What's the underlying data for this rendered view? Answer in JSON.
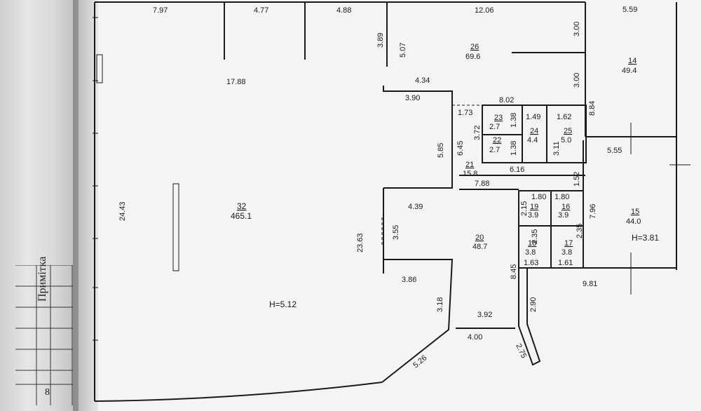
{
  "stamp": {
    "note_label": "Примітка",
    "page_number": "8"
  },
  "dimensions": {
    "d_7_97": "7.97",
    "d_4_77": "4.77",
    "d_4_88": "4.88",
    "d_12_06": "12.06",
    "d_5_59": "5.59",
    "d_3_00a": "3.00",
    "d_3_00b": "3.00",
    "d_3_89": "3.89",
    "d_5_07": "5.07",
    "d_17_88": "17.88",
    "d_4_34": "4.34",
    "d_3_90": "3.90",
    "d_8_02": "8.02",
    "d_8_84": "8.84",
    "d_1_73": "1.73",
    "d_1_38a": "1.38",
    "d_1_49": "1.49",
    "d_1_62": "1.62",
    "d_3_72": "3.72",
    "d_6_45": "6.45",
    "d_1_38b": "1.38",
    "d_3_11": "3.11",
    "d_5_85": "5.85",
    "d_5_55": "5.55",
    "d_6_16": "6.16",
    "d_1_52": "1.52",
    "d_7_88": "7.88",
    "d_1_80a": "1.80",
    "d_1_80b": "1.80",
    "d_24_43": "24.43",
    "d_4_39": "4.39",
    "d_2_15": "2.15",
    "d_7_96": "7.96",
    "d_3_55": "3.55",
    "d_23_63": "23.63",
    "d_2_35a": "2.35",
    "d_2_35b": "2.35",
    "d_1_63": "1.63",
    "d_1_61": "1.61",
    "d_8_45": "8.45",
    "d_3_86": "3.86",
    "d_9_81": "9.81",
    "d_3_18": "3.18",
    "d_2_90": "2.90",
    "d_3_92": "3.92",
    "d_4_00": "4.00",
    "d_2_75": "2.75",
    "d_5_26": "5.26"
  },
  "rooms": [
    {
      "number": "26",
      "area": "69.6"
    },
    {
      "number": "14",
      "area": "49.4"
    },
    {
      "number": "23",
      "area": "2.7"
    },
    {
      "number": "22",
      "area": "2.7"
    },
    {
      "number": "24",
      "area": "4.4"
    },
    {
      "number": "25",
      "area": "5.0"
    },
    {
      "number": "21",
      "area": "15.8"
    },
    {
      "number": "32",
      "area": "465.1"
    },
    {
      "number": "19",
      "area": "3.9"
    },
    {
      "number": "16",
      "area": "3.9"
    },
    {
      "number": "15",
      "area": "44.0"
    },
    {
      "number": "20",
      "area": "48.7"
    },
    {
      "number": "18",
      "area": "3.8"
    },
    {
      "number": "17",
      "area": "3.8"
    }
  ],
  "heights": {
    "h_main": "H=5.12",
    "h_right": "H=3.81"
  }
}
